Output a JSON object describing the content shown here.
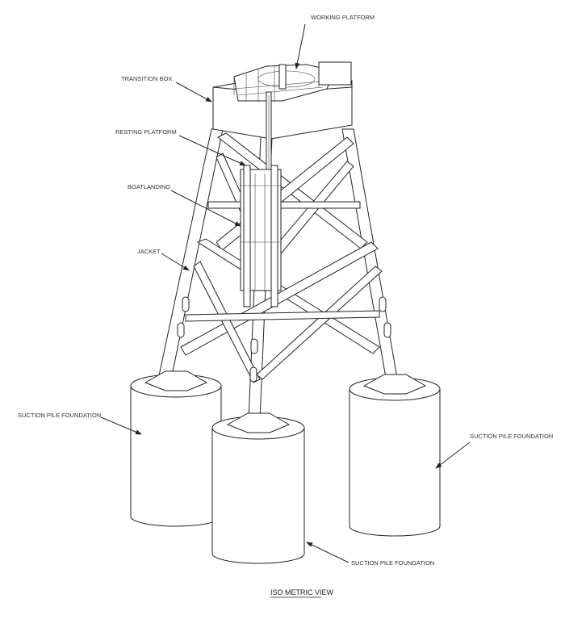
{
  "labels": {
    "working_platform": "WORKING PLATFORM",
    "transition_box": "TRANSITION BOX",
    "resting_platform": "RESTING PLATFORM",
    "boatlanding": "BOATLANDING",
    "jacket": "JACKET",
    "suction_pile_left": "SUCTION PILE FOUNDATION",
    "suction_pile_right": "SUCTION PILE FOUNDATION",
    "suction_pile_front": "SUCTION PILE FOUNDATION"
  },
  "view_title": "ISO METRIC VIEW"
}
